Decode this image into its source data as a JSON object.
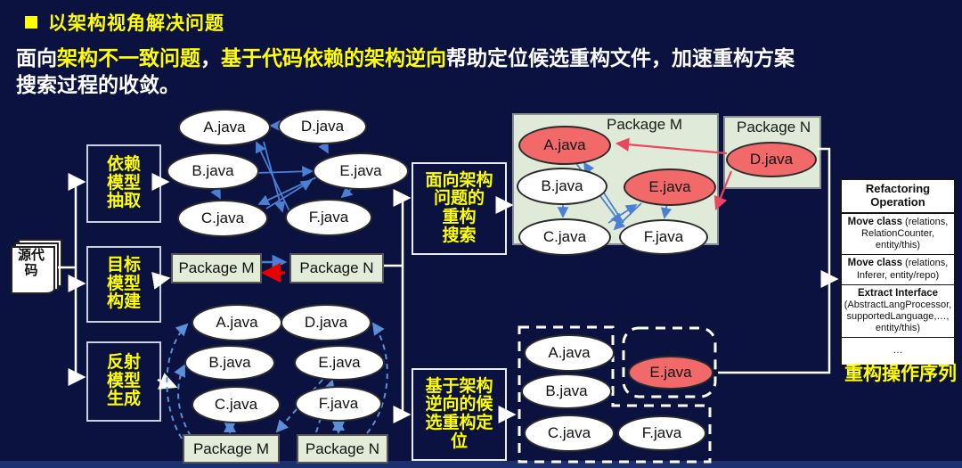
{
  "title": "以架构视角解决问题",
  "subtitle": {
    "seg1": "面向",
    "seg2": "架构不一致问题",
    "seg3": "，",
    "seg4": "基于代码依赖的架构逆向",
    "seg5": "帮助定位候选重构文件，加速重构方案",
    "seg6": "搜索过程的收敛。"
  },
  "source": {
    "label": "源代\n码"
  },
  "process_boxes": {
    "extract": "依赖\n模型\n抽取",
    "target": "目标\n模型\n构建",
    "reflect": "反射\n模型\n生成",
    "search": "面向架构\n问题的\n重构\n搜索",
    "locate": "基于架构\n逆向的候\n选重构定\n位"
  },
  "files": {
    "a": "A.java",
    "b": "B.java",
    "c": "C.java",
    "d": "D.java",
    "e": "E.java",
    "f": "F.java"
  },
  "packages": {
    "m": "Package M",
    "n": "Package N"
  },
  "refactoring_table": {
    "header": "Refactoring Operation",
    "rows": [
      {
        "op": "Move class",
        "args": " (relations, RelationCounter, entity/this)"
      },
      {
        "op": "Move class",
        "args": " (relations, Inferer, entity/repo)"
      },
      {
        "op": "Extract Interface",
        "args": " (AbstractLangProcessor, supportedLanguage,…, entity/this)"
      },
      {
        "op": "",
        "args": "…"
      }
    ]
  },
  "caption": "重构操作序列",
  "colors": {
    "background": "#0b1240",
    "accent_yellow": "#ffff00",
    "panel_green": "#dfead8",
    "node_red": "#f2696a",
    "arrow_blue": "#4a7fd4",
    "arrow_dashed_blue": "#5b8fd8",
    "arrow_red": "#e8475f",
    "bright_red": "#e60000"
  }
}
